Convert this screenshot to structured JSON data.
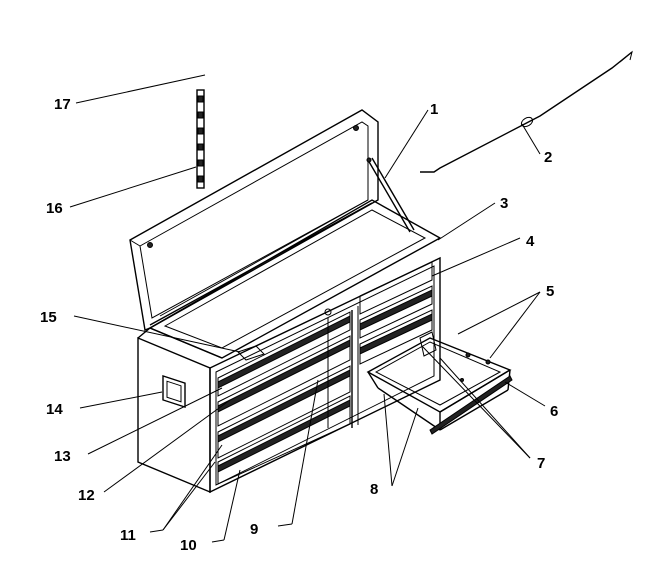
{
  "parts": [
    {
      "id": "p1",
      "label": "1"
    },
    {
      "id": "p2",
      "label": "2"
    },
    {
      "id": "p3",
      "label": "3"
    },
    {
      "id": "p4",
      "label": "4"
    },
    {
      "id": "p5",
      "label": "5"
    },
    {
      "id": "p6",
      "label": "6"
    },
    {
      "id": "p7",
      "label": "7"
    },
    {
      "id": "p8",
      "label": "8"
    },
    {
      "id": "p9",
      "label": "9"
    },
    {
      "id": "p10",
      "label": "10"
    },
    {
      "id": "p11",
      "label": "11"
    },
    {
      "id": "p12",
      "label": "12"
    },
    {
      "id": "p13",
      "label": "13"
    },
    {
      "id": "p14",
      "label": "14"
    },
    {
      "id": "p15",
      "label": "15"
    },
    {
      "id": "p16",
      "label": "16"
    },
    {
      "id": "p17",
      "label": "17"
    }
  ]
}
